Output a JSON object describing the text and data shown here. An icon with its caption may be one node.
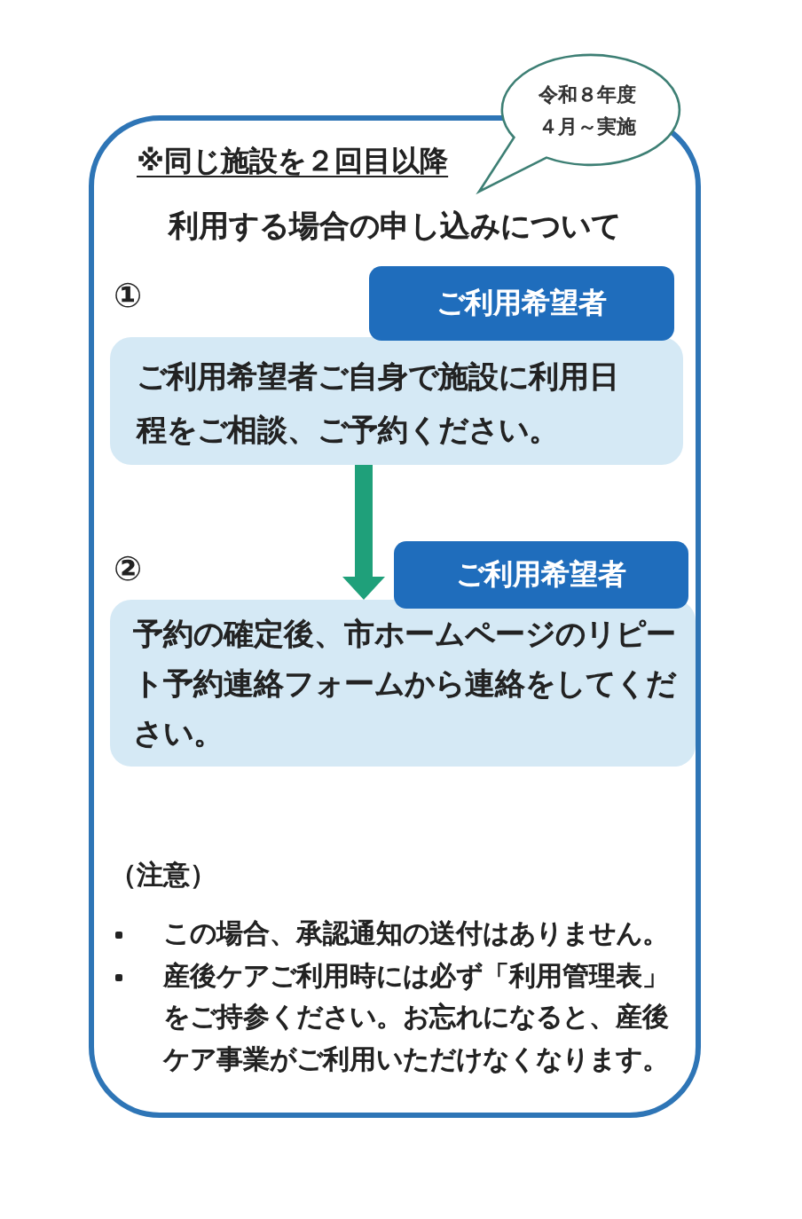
{
  "diagram": {
    "nodes": [
      {
        "text": [
          "※同じ施設を２回目以降",
          "利用する場合の申し込みについて"
        ]
      },
      {
        "text": [
          "令和８年度４月～実施"
        ]
      },
      {
        "text": [
          "ご利用希望者"
        ],
        "in": 0
      },
      {
        "text": [
          "ご利用希望者ご自身で施設に利用日程をご相談、ご予約ください。"
        ],
        "in": 0,
        "beside": [
          "①"
        ]
      },
      {
        "text": [
          "ご利用希望者"
        ],
        "in": 0
      },
      {
        "text": [
          "予約の確定後、市ホームページのリピート予約連絡フォームから連絡をしてください。"
        ],
        "in": 0,
        "beside": [
          "②"
        ]
      }
    ],
    "edges": [
      {
        "from": 3,
        "to": 5,
        "arrow": "to",
        "style": "thick",
        "color": "#1fa07a"
      }
    ],
    "labels": [
      "（注意）",
      "この場合、承認通知の送付はありません。",
      "産後ケアご利用時には必ず「利用管理表」をご持参ください。お忘れになると、産後ケア事業がご利用いただけなくなります。"
    ]
  }
}
